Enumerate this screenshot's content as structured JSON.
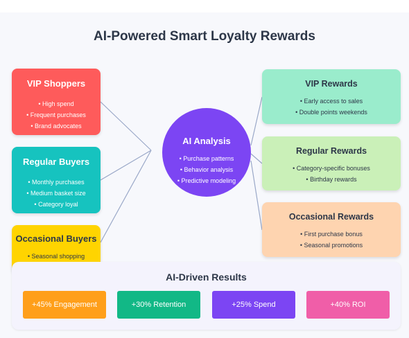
{
  "title": "AI-Powered Smart Loyalty Rewards",
  "segments": [
    {
      "name": "VIP Shoppers",
      "items": [
        "High spend",
        "Frequent purchases",
        "Brand advocates"
      ],
      "color": "#fe5b5b"
    },
    {
      "name": "Regular Buyers",
      "items": [
        "Monthly purchases",
        "Medium basket size",
        "Category loyal"
      ],
      "color": "#16c3bf"
    },
    {
      "name": "Occasional Buyers",
      "items": [
        "Seasonal shopping"
      ],
      "color": "#ffd400"
    }
  ],
  "ai": {
    "name": "AI Analysis",
    "items": [
      "Purchase patterns",
      "Behavior analysis",
      "Predictive modeling"
    ],
    "color": "#7c45f3"
  },
  "rewards": [
    {
      "name": "VIP Rewards",
      "items": [
        "Early access to sales",
        "Double points weekends"
      ],
      "color": "#9aeccc"
    },
    {
      "name": "Regular Rewards",
      "items": [
        "Category-specific bonuses",
        "Birthday rewards"
      ],
      "color": "#caf0b8"
    },
    {
      "name": "Occasional Rewards",
      "items": [
        "First purchase bonus",
        "Seasonal promotions"
      ],
      "color": "#fed4b0"
    }
  ],
  "results": {
    "title": "AI-Driven Results",
    "metrics": [
      {
        "label": "+45% Engagement",
        "color": "#ff9f1a"
      },
      {
        "label": "+30% Retention",
        "color": "#12b886"
      },
      {
        "label": "+25% Spend",
        "color": "#7c45f3"
      },
      {
        "label": "+40% ROI",
        "color": "#f05ea8"
      }
    ]
  }
}
